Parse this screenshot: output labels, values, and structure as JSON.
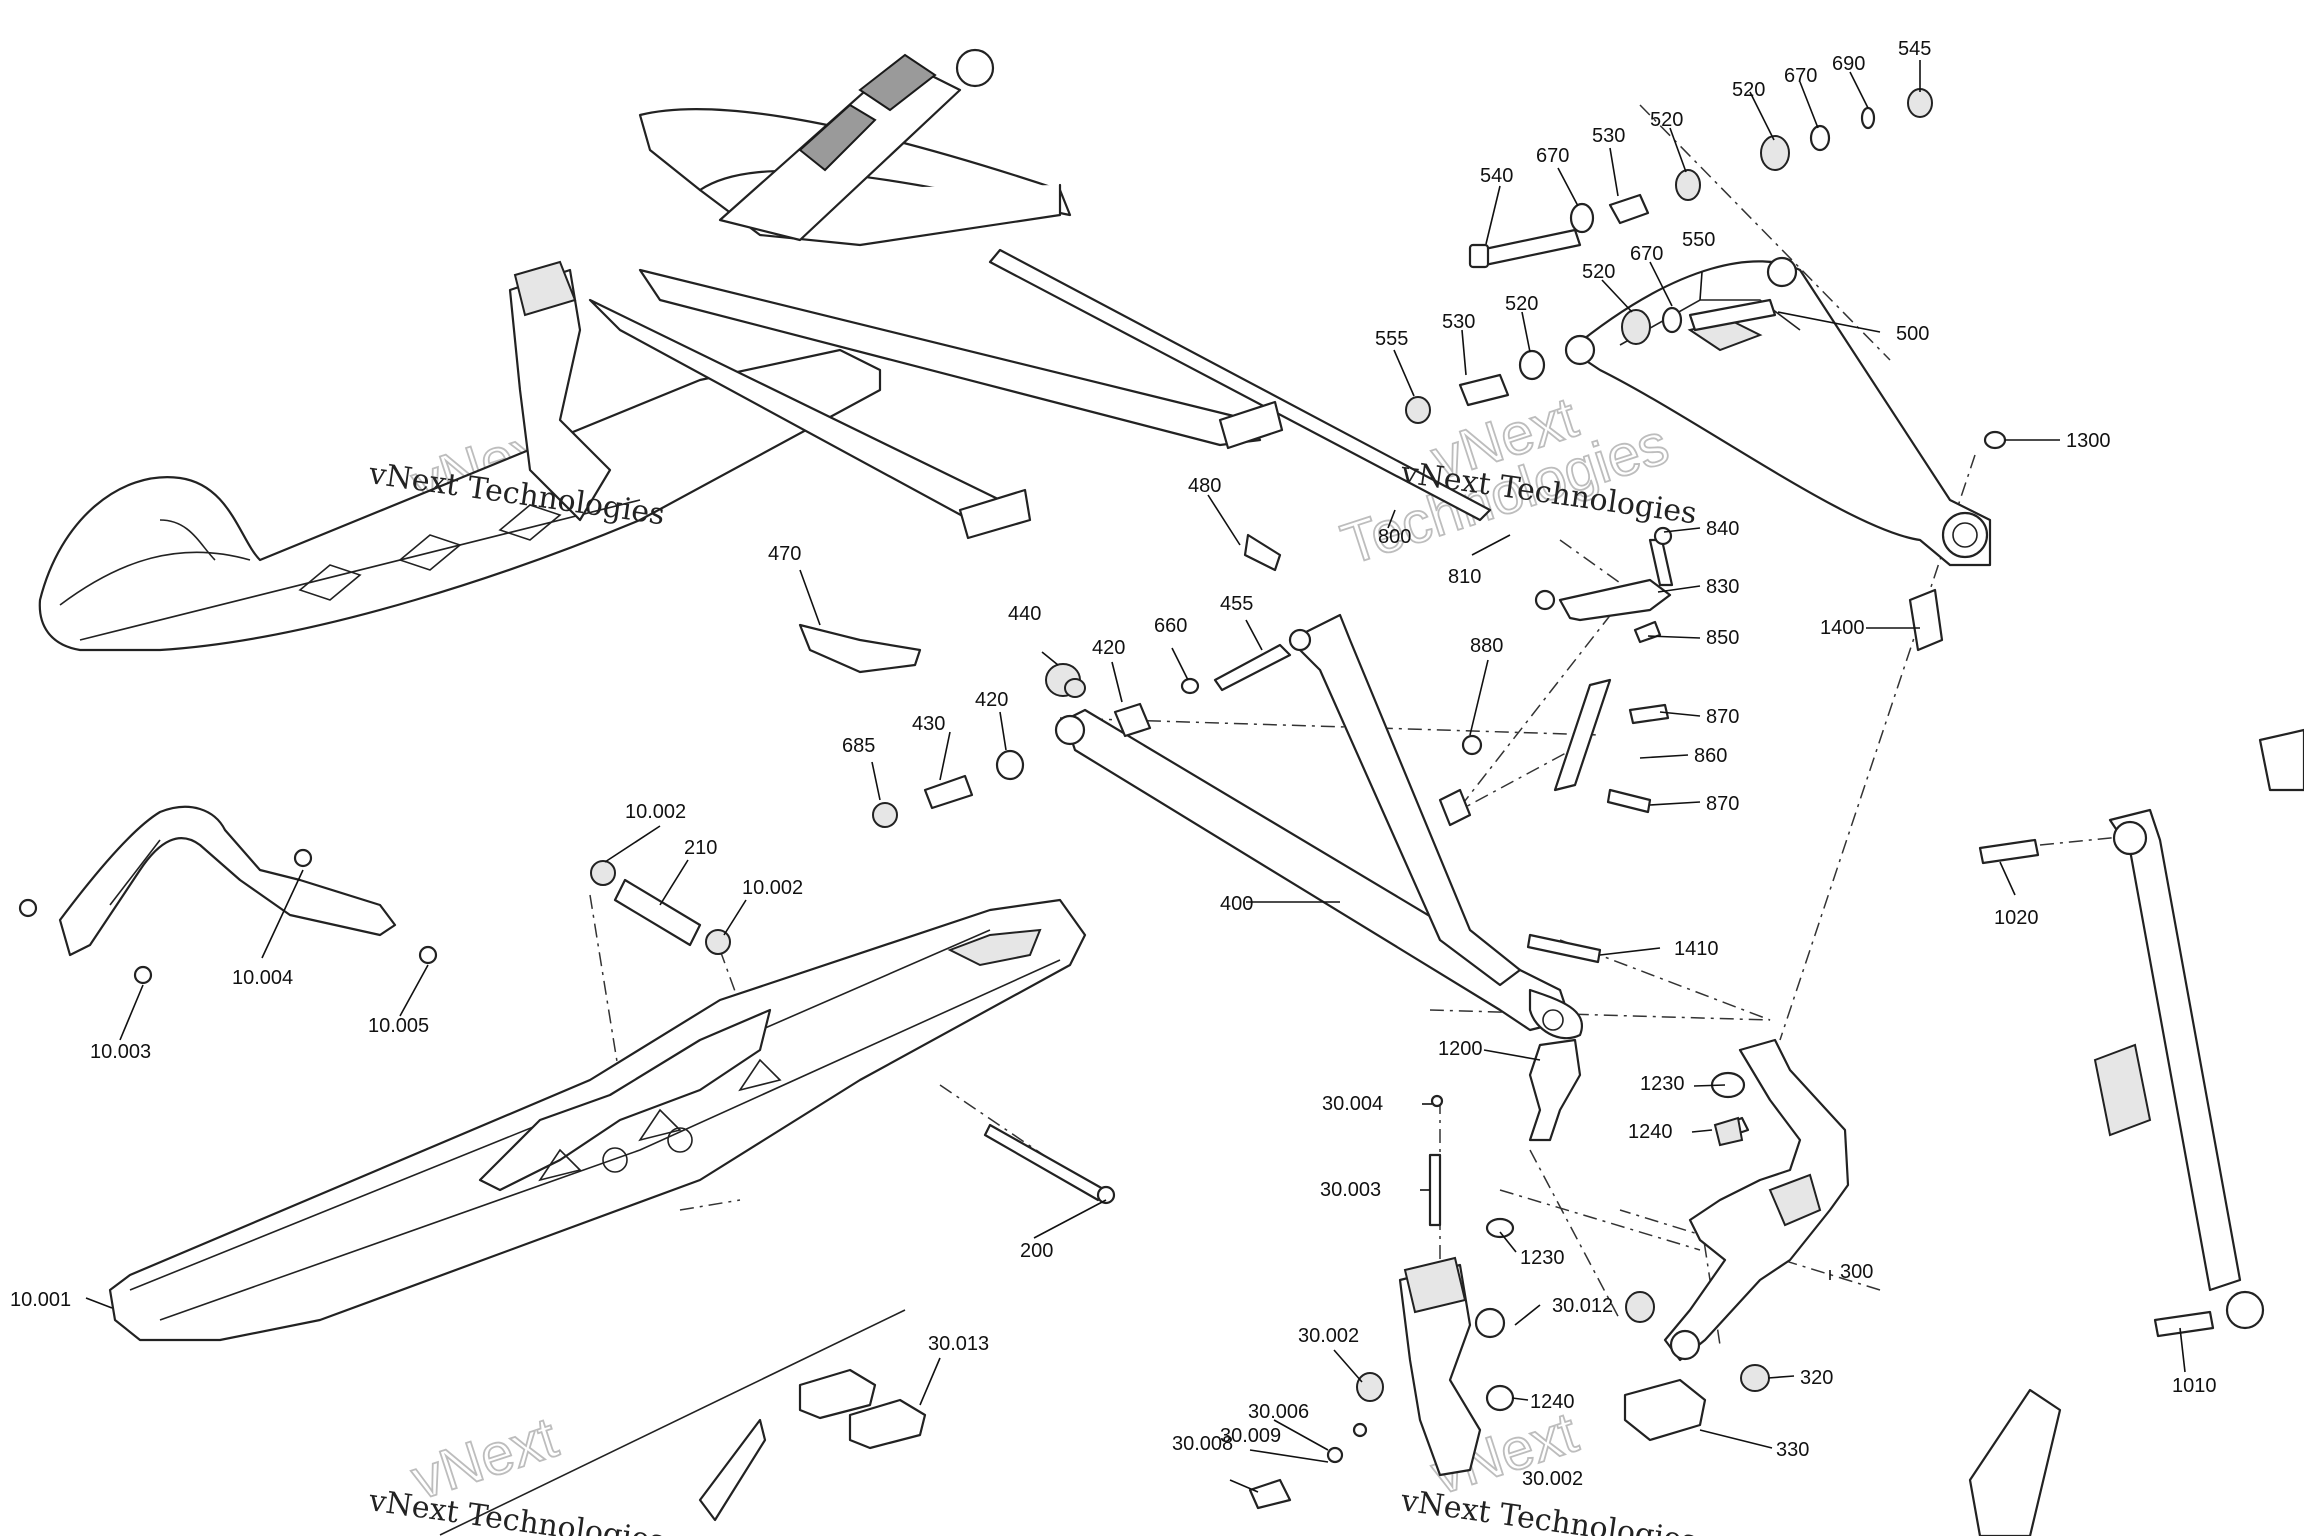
{
  "watermark": {
    "text": "vNext Technologies",
    "line1": "vNext",
    "line2": "Technologies"
  },
  "callouts": [
    {
      "id": "545",
      "text": "545"
    },
    {
      "id": "690",
      "text": "690"
    },
    {
      "id": "670a",
      "text": "670"
    },
    {
      "id": "520a",
      "text": "520"
    },
    {
      "id": "520b",
      "text": "520"
    },
    {
      "id": "530a",
      "text": "530"
    },
    {
      "id": "670b",
      "text": "670"
    },
    {
      "id": "540",
      "text": "540"
    },
    {
      "id": "670c",
      "text": "670"
    },
    {
      "id": "550",
      "text": "550"
    },
    {
      "id": "520c",
      "text": "520"
    },
    {
      "id": "555",
      "text": "555"
    },
    {
      "id": "530b",
      "text": "530"
    },
    {
      "id": "520d",
      "text": "520"
    },
    {
      "id": "500",
      "text": "500"
    },
    {
      "id": "1300",
      "text": "1300"
    },
    {
      "id": "480",
      "text": "480"
    },
    {
      "id": "800",
      "text": "800"
    },
    {
      "id": "840",
      "text": "840"
    },
    {
      "id": "810",
      "text": "810"
    },
    {
      "id": "830",
      "text": "830"
    },
    {
      "id": "850",
      "text": "850"
    },
    {
      "id": "1400",
      "text": "1400"
    },
    {
      "id": "880",
      "text": "880"
    },
    {
      "id": "470",
      "text": "470"
    },
    {
      "id": "440",
      "text": "440"
    },
    {
      "id": "455",
      "text": "455"
    },
    {
      "id": "660",
      "text": "660"
    },
    {
      "id": "420a",
      "text": "420"
    },
    {
      "id": "420b",
      "text": "420"
    },
    {
      "id": "430",
      "text": "430"
    },
    {
      "id": "685",
      "text": "685"
    },
    {
      "id": "870a",
      "text": "870"
    },
    {
      "id": "860",
      "text": "860"
    },
    {
      "id": "870b",
      "text": "870"
    },
    {
      "id": "1020",
      "text": "1020"
    },
    {
      "id": "10.002a",
      "text": "10.002"
    },
    {
      "id": "210",
      "text": "210"
    },
    {
      "id": "10.002b",
      "text": "10.002"
    },
    {
      "id": "400",
      "text": "400"
    },
    {
      "id": "1410",
      "text": "1410"
    },
    {
      "id": "10.004",
      "text": "10.004"
    },
    {
      "id": "10.005",
      "text": "10.005"
    },
    {
      "id": "10.003",
      "text": "10.003"
    },
    {
      "id": "1200",
      "text": "1200"
    },
    {
      "id": "1230a",
      "text": "1230"
    },
    {
      "id": "1240a",
      "text": "1240"
    },
    {
      "id": "30.004",
      "text": "30.004"
    },
    {
      "id": "30.003",
      "text": "30.003"
    },
    {
      "id": "1230b",
      "text": "1230"
    },
    {
      "id": "200",
      "text": "200"
    },
    {
      "id": "300",
      "text": "300"
    },
    {
      "id": "30.012",
      "text": "30.012"
    },
    {
      "id": "10.001",
      "text": "10.001"
    },
    {
      "id": "30.013",
      "text": "30.013"
    },
    {
      "id": "30.002a",
      "text": "30.002"
    },
    {
      "id": "30.006",
      "text": "30.006"
    },
    {
      "id": "30.009",
      "text": "30.009"
    },
    {
      "id": "320",
      "text": "320"
    },
    {
      "id": "1240b",
      "text": "1240"
    },
    {
      "id": "1010",
      "text": "1010"
    },
    {
      "id": "330",
      "text": "330"
    },
    {
      "id": "30.008",
      "text": "30.008"
    },
    {
      "id": "30.002b",
      "text": "30.002"
    }
  ]
}
